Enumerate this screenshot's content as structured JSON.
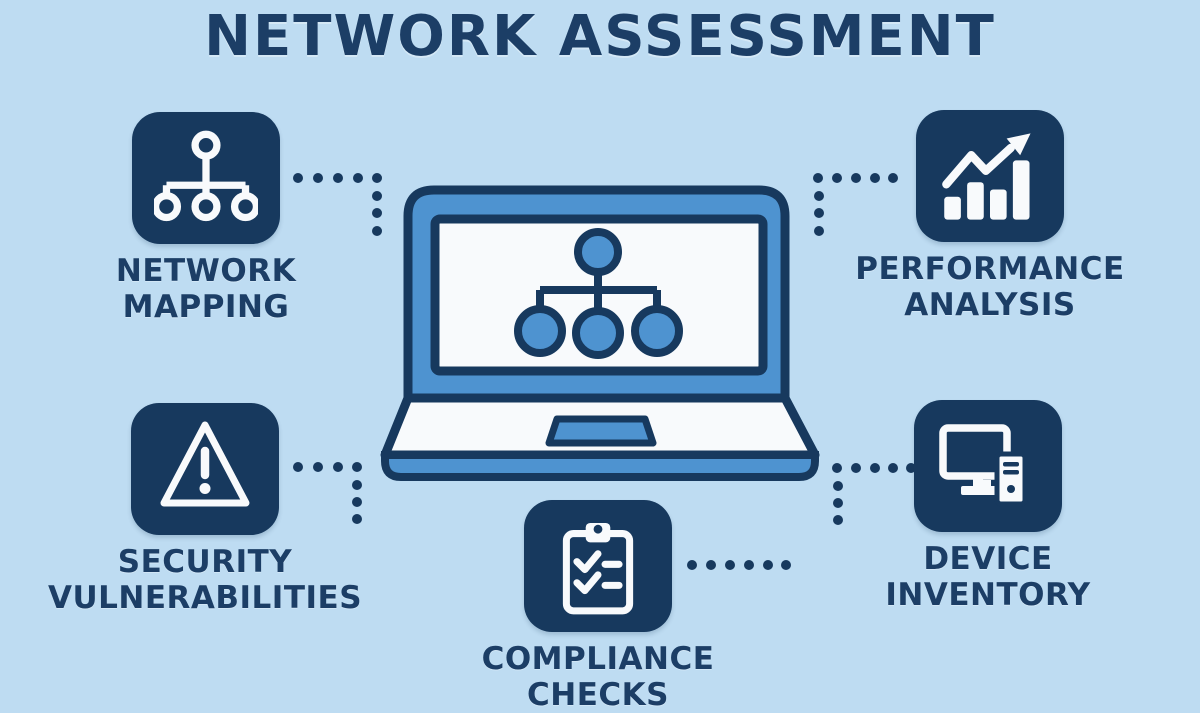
{
  "title": "NETWORK ASSESSMENT",
  "colors": {
    "background": "#bedcf2",
    "navy": "#17395e",
    "blue": "#4e93d0",
    "white": "#f8fafc",
    "text": "#1c3e66"
  },
  "center": {
    "icon": "laptop-network-icon",
    "description_icon": "network-tree-on-screen"
  },
  "nodes": [
    {
      "id": "network-mapping",
      "label": "NETWORK\nMAPPING",
      "icon": "network-tree-icon"
    },
    {
      "id": "performance-analysis",
      "label": "PERFORMANCE\nANALYSIS",
      "icon": "bar-chart-arrow-icon"
    },
    {
      "id": "security-vulnerabilities",
      "label": "SECURITY\nVULNERABILITIES",
      "icon": "warning-triangle-icon"
    },
    {
      "id": "device-inventory",
      "label": "DEVICE\nINVENTORY",
      "icon": "desktop-computer-icon"
    },
    {
      "id": "compliance-checks",
      "label": "COMPLIANCE CHECKS",
      "icon": "clipboard-checklist-icon"
    }
  ]
}
